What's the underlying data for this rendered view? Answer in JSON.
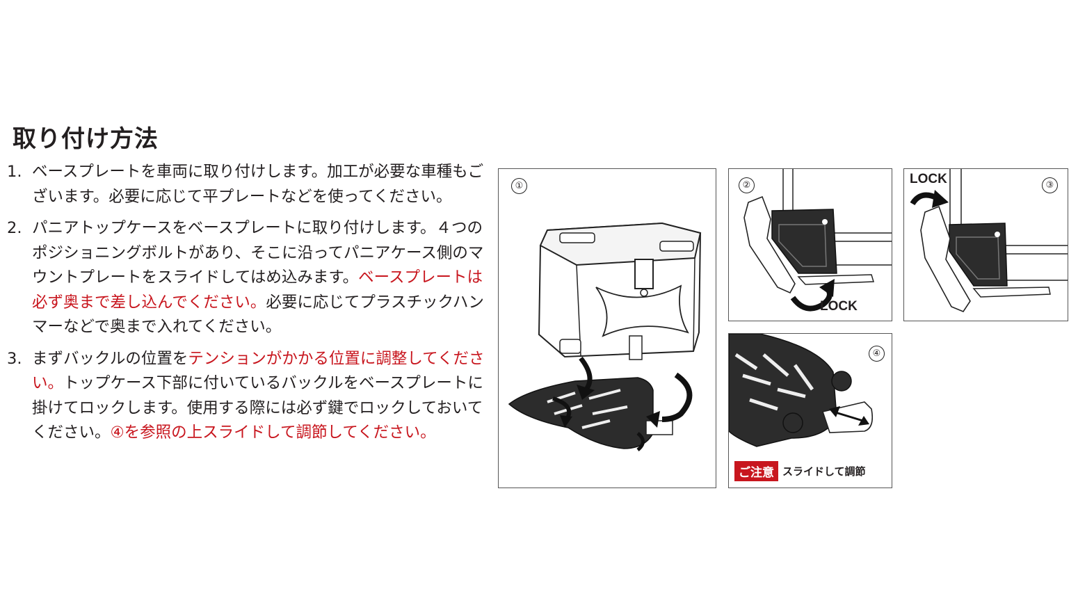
{
  "title": "取り付け方法",
  "steps": [
    {
      "num": "1.",
      "parts": [
        {
          "text": "ベースプレートを車両に取り付けします。加工が必要な車種もございます。必要に応じて平プレートなどを使ってください。",
          "red": false
        }
      ]
    },
    {
      "num": "2.",
      "parts": [
        {
          "text": "パニアトップケースをベースプレートに取り付けします。４つのポジショニングボルトがあり、そこに沿ってパニアケース側のマウントプレートをスライドしてはめ込みます。",
          "red": false
        },
        {
          "text": "ベースプレートは必ず奥まで差し込んでください。",
          "red": true
        },
        {
          "text": "必要に応じてプラスチックハンマーなどで奥まで入れてください。",
          "red": false
        }
      ]
    },
    {
      "num": "3.",
      "parts": [
        {
          "text": "まずバックルの位置を",
          "red": false
        },
        {
          "text": "テンションがかかる位置に調整してください。",
          "red": true
        },
        {
          "text": "トップケース下部に付いているバックルをベースプレートに掛けてロックします。使用する際には必ず鍵でロックしておいてください。",
          "red": false
        },
        {
          "text": "④を参照の上スライドして調節してください。",
          "red": true
        }
      ]
    }
  ],
  "figures": {
    "fig1": {
      "number": "①"
    },
    "fig2": {
      "number": "②",
      "lock_label": "LOCK"
    },
    "fig3": {
      "number": "③",
      "lock_label": "LOCK"
    },
    "fig4": {
      "number": "④",
      "caution_badge": "ご注意",
      "caution_text": "スライドして調節"
    }
  },
  "colors": {
    "accent_red": "#c8161e",
    "text": "#231f20"
  }
}
